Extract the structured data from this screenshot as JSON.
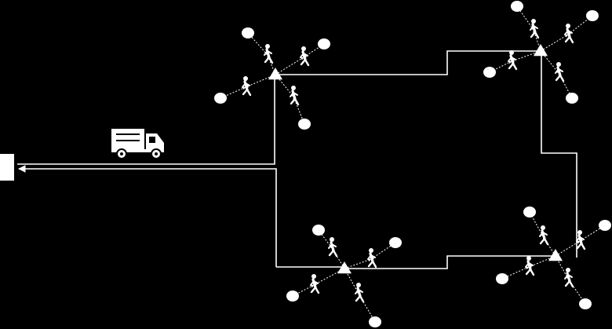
{
  "diagram": {
    "background": "#000000",
    "foreground": "#ffffff",
    "nodes": [
      {
        "id": "hub-top-left",
        "label": ""
      },
      {
        "id": "hub-top-right",
        "label": ""
      },
      {
        "id": "hub-bottom-left",
        "label": ""
      },
      {
        "id": "hub-bottom-right",
        "label": ""
      },
      {
        "id": "depot",
        "label": ""
      }
    ],
    "vehicle": {
      "icon": "truck-icon"
    },
    "person_icon": "walking-person-icon",
    "destination_icon": "circle-destination-icon"
  }
}
